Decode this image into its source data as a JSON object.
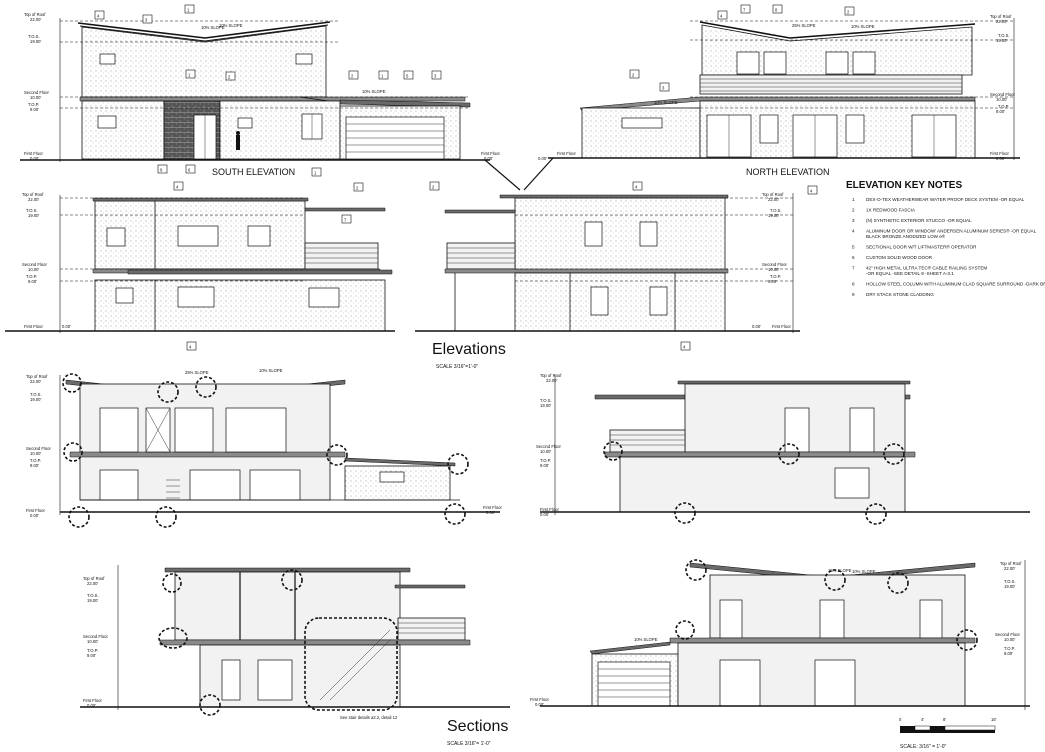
{
  "sheet": {
    "elevations_title": "Elevations",
    "elevations_scale": "SCALE 3/16\"=1'-0\"",
    "sections_title": "Sections",
    "sections_scale": "SCALE 3/16\"= 1'-0\"",
    "bar_scale_label": "SCALE: 3/16\" = 1'-0\"",
    "bar_scale_ticks": [
      "0",
      "4'",
      "8'",
      "16'"
    ]
  },
  "levels": {
    "top_of_roof": "Top of Roof",
    "top_of_roof_elev": "22.00'",
    "tos": "T.O.S.",
    "tos_elev": "19.00'",
    "second_floor": "Second Floor",
    "second_floor_elev": "10.00'",
    "top": "T.O.P.",
    "top_elev": "9.00'",
    "first_floor": "First Floor",
    "first_floor_elev": "0.00'"
  },
  "elevations": {
    "south_label": "SOUTH ELEVATION",
    "north_label": "NORTH ELEVATION",
    "slope_10": "10% SLOPE",
    "slope_25": "25% SLOPE",
    "slope_15": "15% SLOPE"
  },
  "key_notes": {
    "title": "ELEVATION KEY NOTES",
    "items": [
      {
        "num": "1",
        "text": "DEX-O-TEX WEATHERWEAR WATER PROOF DECK SYSTEM -OR EQUAL"
      },
      {
        "num": "2",
        "text": "1X REDWOOD FASCIA"
      },
      {
        "num": "3",
        "text": "(N) SYNTHETIC EXTERIOR STUCCO -OR EQUAL"
      },
      {
        "num": "4",
        "text": "ALUMINUM DOOR OR WINDOW' ANDERSEN ALUMINUM SERIES® -OR EQUAL"
      },
      {
        "num": "",
        "text": "BLACK BRONZE ANODIZED LOW e®"
      },
      {
        "num": "5",
        "text": "SECTIONAL DOOR W/T LIFTMASTER® OPERATOR"
      },
      {
        "num": "6",
        "text": "CUSTOM SOLID WOOD DOOR"
      },
      {
        "num": "7",
        "text": "42\" HIGH METAL ULTRA TEC® CABLE RAILING SYSTEM"
      },
      {
        "num": "",
        "text": "-OR EQUAL -SEE DETAIL 9 -SHEET A-3.1"
      },
      {
        "num": "8",
        "text": "HOLLOW STEEL COLUMN WITH ALUMINUM CLAD SQUARE SURROUND -DARK BROWN"
      },
      {
        "num": "9",
        "text": "DRY STACK STONE CLADDING"
      }
    ]
  },
  "sections": {
    "stair_note": "See stair details a3.2, detail 12"
  }
}
